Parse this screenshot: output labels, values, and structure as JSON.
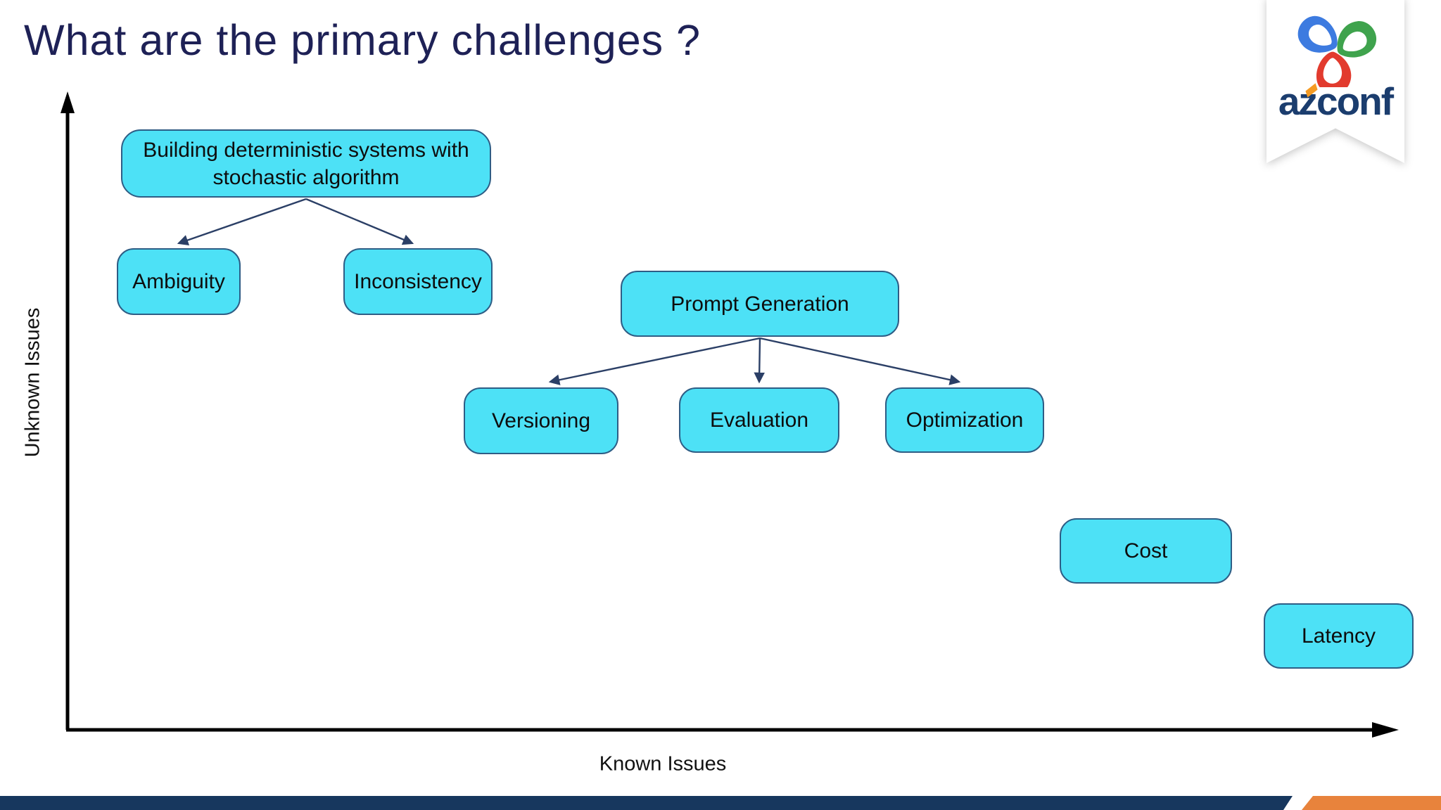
{
  "slide": {
    "title": "What are the primary challenges ?"
  },
  "logo": {
    "wordmark": "azconf",
    "petal_colors": {
      "blue": "#3d7be0",
      "green": "#3fa34d",
      "red": "#e23b2e"
    },
    "accent_orange": "#f59b23",
    "wordmark_color": "#1b3d6e"
  },
  "diagram": {
    "x_axis_label": "Known Issues",
    "y_axis_label": "Unknown Issues",
    "nodes": {
      "building": {
        "label": "Building deterministic systems with stochastic algorithm"
      },
      "ambiguity": {
        "label": "Ambiguity"
      },
      "inconsistency": {
        "label": "Inconsistency"
      },
      "prompt_generation": {
        "label": "Prompt Generation"
      },
      "versioning": {
        "label": "Versioning"
      },
      "evaluation": {
        "label": "Evaluation"
      },
      "optimization": {
        "label": "Optimization"
      },
      "cost": {
        "label": "Cost"
      },
      "latency": {
        "label": "Latency"
      }
    },
    "edges": [
      [
        "building",
        "ambiguity"
      ],
      [
        "building",
        "inconsistency"
      ],
      [
        "prompt_generation",
        "versioning"
      ],
      [
        "prompt_generation",
        "evaluation"
      ],
      [
        "prompt_generation",
        "optimization"
      ]
    ],
    "colors": {
      "node_fill": "#4de1f6",
      "node_border": "#2e5d85",
      "arrow": "#2b3f66",
      "axis": "#000000"
    }
  },
  "footer": {
    "navy_color": "#17375e",
    "orange_color": "#e8833c"
  }
}
